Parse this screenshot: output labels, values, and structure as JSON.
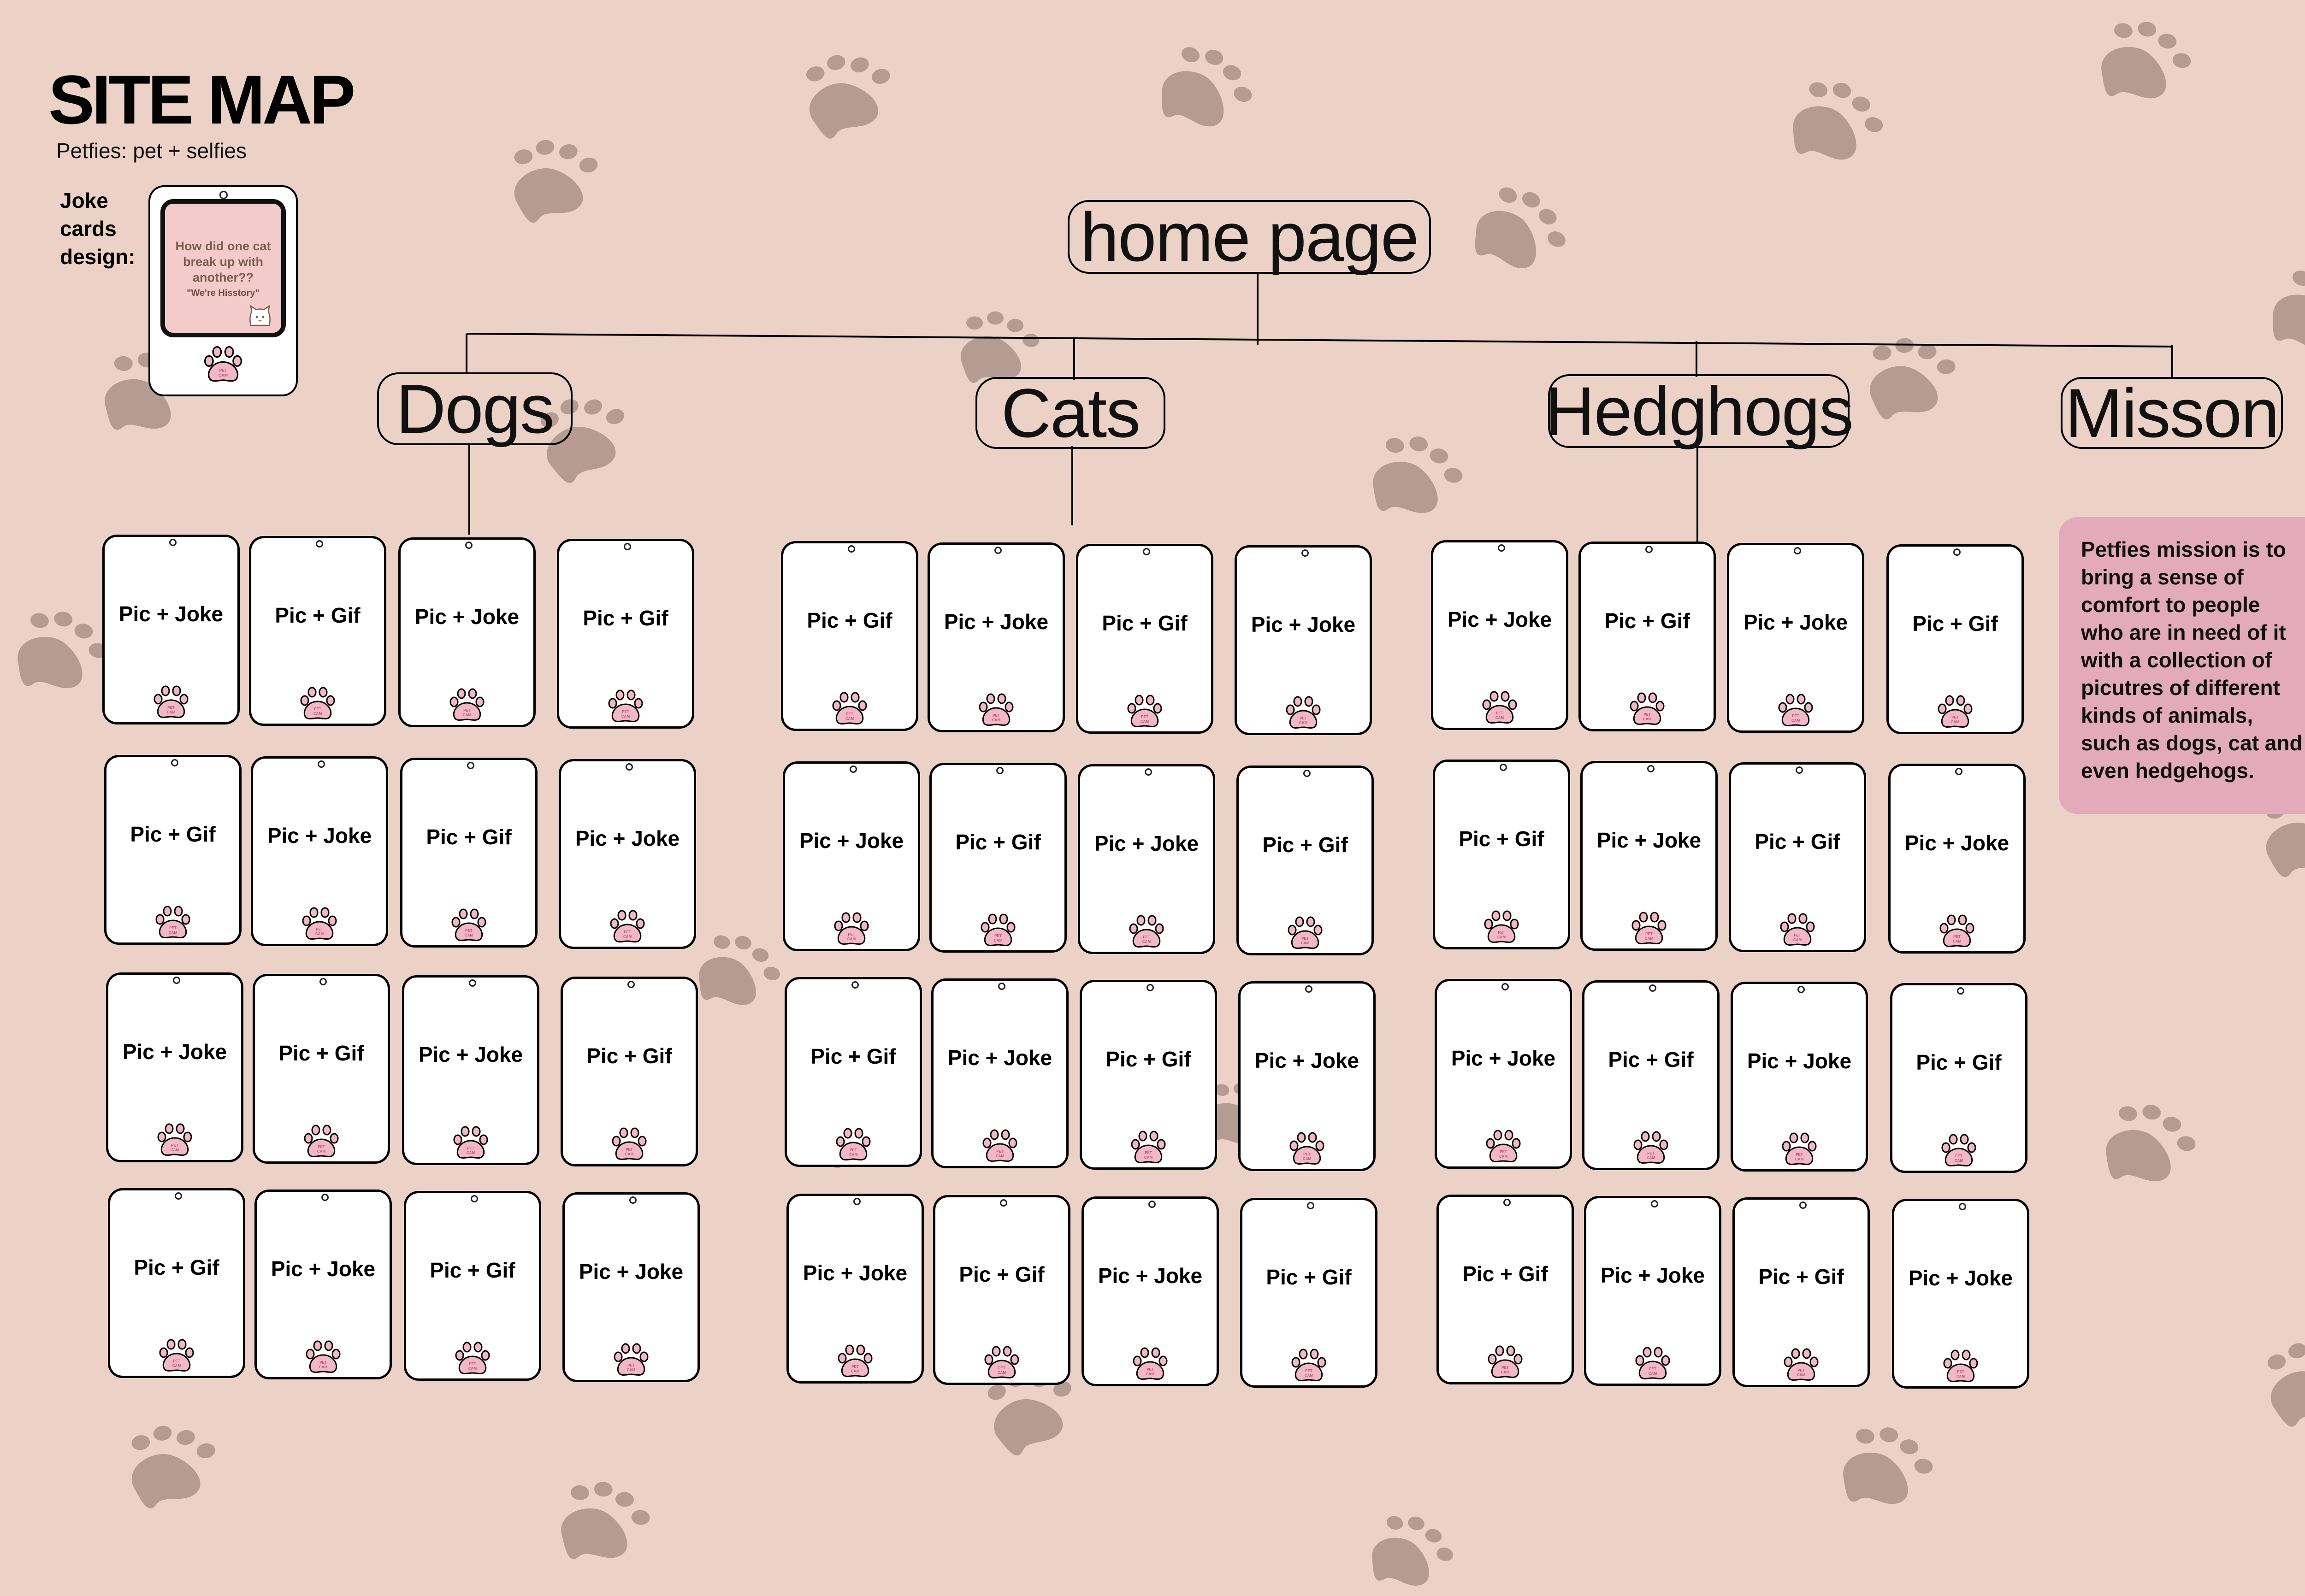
{
  "header": {
    "title": "SITE MAP",
    "subtitle": "Petfies: pet + selfies",
    "joke_cards_label": "Joke cards design:"
  },
  "sample_card": {
    "question": "How did one cat break up with another??",
    "answer": "\"We're Hisstory\"",
    "paw_text": "PET CAM"
  },
  "nodes": {
    "home": "home page",
    "dogs": "Dogs",
    "cats": "Cats",
    "hedgehogs": "Hedghogs",
    "mission": "Misson"
  },
  "mission_text": "Petfies mission is to bring a sense of comfort to people who are in need of it with a collection of picutres of different kinds of animals, such as dogs, cat and even hedgehogs.",
  "paw_icon_text": "PET CAM",
  "card_groups": [
    {
      "name": "dogs",
      "rows": [
        [
          "Pic + Joke",
          "Pic + Gif",
          "Pic + Joke",
          "Pic + Gif"
        ],
        [
          "Pic + Gif",
          "Pic + Joke",
          "Pic + Gif",
          "Pic + Joke"
        ],
        [
          "Pic + Joke",
          "Pic + Gif",
          "Pic + Joke",
          "Pic + Gif"
        ],
        [
          "Pic + Gif",
          "Pic + Joke",
          "Pic + Gif",
          "Pic + Joke"
        ]
      ]
    },
    {
      "name": "cats",
      "rows": [
        [
          "Pic + Gif",
          "Pic + Joke",
          "Pic + Gif",
          "Pic + Joke"
        ],
        [
          "Pic + Joke",
          "Pic + Gif",
          "Pic + Joke",
          "Pic + Gif"
        ],
        [
          "Pic + Gif",
          "Pic + Joke",
          "Pic + Gif",
          "Pic + Joke"
        ],
        [
          "Pic + Joke",
          "Pic + Gif",
          "Pic + Joke",
          "Pic + Gif"
        ]
      ]
    },
    {
      "name": "hedgehogs",
      "rows": [
        [
          "Pic + Joke",
          "Pic + Gif",
          "Pic + Joke",
          "Pic + Gif"
        ],
        [
          "Pic + Gif",
          "Pic + Joke",
          "Pic + Gif",
          "Pic + Joke"
        ],
        [
          "Pic + Joke",
          "Pic + Gif",
          "Pic + Joke",
          "Pic + Gif"
        ],
        [
          "Pic + Gif",
          "Pic + Joke",
          "Pic + Gif",
          "Pic + Joke"
        ]
      ]
    }
  ],
  "colors": {
    "background": "#ecd2c6",
    "paw_print": "#b59c92",
    "mission_box": "#e2aabb",
    "paw_icon_fill": "#f2b8c6"
  }
}
